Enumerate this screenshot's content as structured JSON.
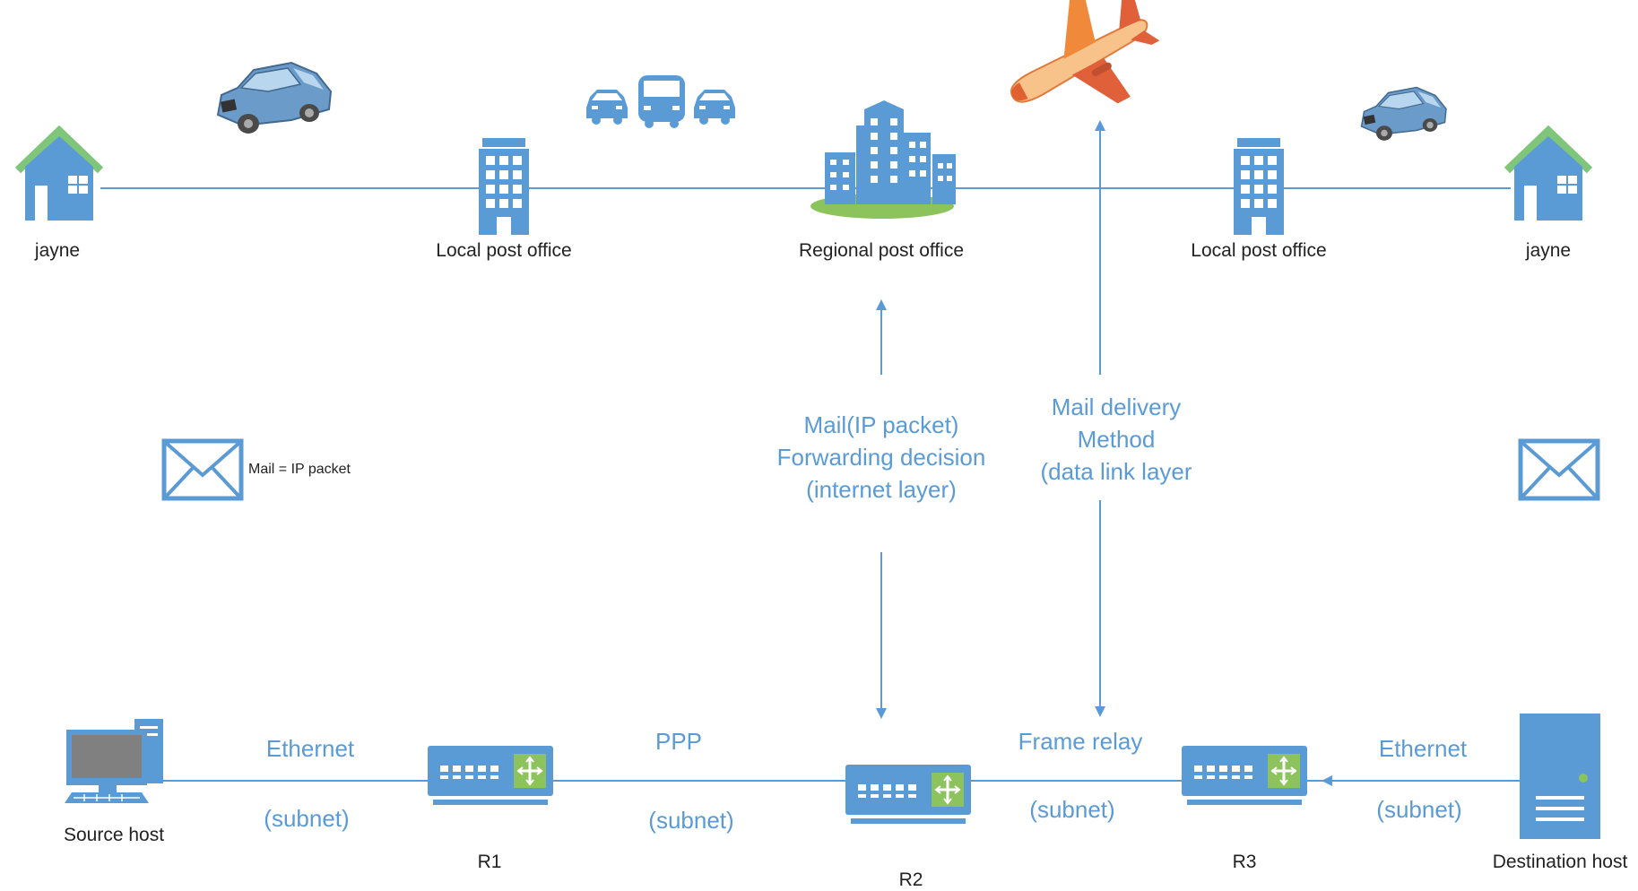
{
  "top": {
    "left_house": "jayne",
    "left_post_office": "Local post office",
    "regional_post_office": "Regional post office",
    "right_post_office": "Local post office",
    "right_house": "jayne"
  },
  "legend": {
    "envelope_label": "Mail = IP packet"
  },
  "middle": {
    "forwarding_lines": [
      "Mail(IP packet)",
      "Forwarding decision",
      "(internet layer)"
    ],
    "delivery_lines": [
      "Mail delivery",
      "Method",
      "(data link layer"
    ]
  },
  "bottom": {
    "source_host": "Source host",
    "destination_host": "Destination host",
    "r1": "R1",
    "r2": "R2",
    "r3": "R3",
    "link1_protocol": "Ethernet",
    "link1_subnet": "(subnet)",
    "link2_protocol": "PPP",
    "link2_subnet": "(subnet)",
    "link3_protocol": "Frame relay",
    "link3_subnet": "(subnet)",
    "link4_protocol": "Ethernet",
    "link4_subnet": "(subnet)"
  },
  "colors": {
    "line": "#5b9bd5",
    "icon": "#5b9bd5",
    "router_accent": "#8dc35c",
    "house_roof": "#7fc57a",
    "plane_body": "#f0a060"
  }
}
